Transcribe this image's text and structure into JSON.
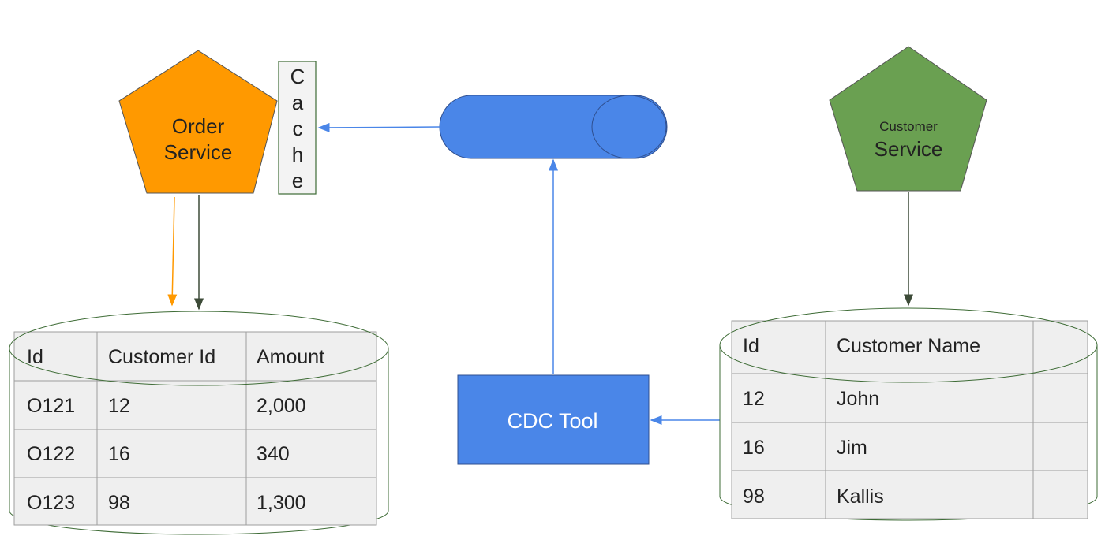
{
  "order_service": {
    "line1": "Order",
    "line2": "Service",
    "fill": "#FF9900"
  },
  "customer_service": {
    "line1": "Customer",
    "line2": "Service",
    "fill": "#6AA051"
  },
  "cache": {
    "letters": [
      "C",
      "a",
      "c",
      "h",
      "e"
    ]
  },
  "queue": {
    "fill": "#4A86E8"
  },
  "cdc_tool": {
    "label": "CDC Tool",
    "fill": "#4A86E8"
  },
  "orders_table": {
    "headers": [
      "Id",
      "Customer Id",
      "Amount"
    ],
    "rows": [
      [
        "O121",
        "12",
        "2,000"
      ],
      [
        "O122",
        "16",
        "340"
      ],
      [
        "O123",
        "98",
        "1,300"
      ]
    ]
  },
  "customers_table": {
    "headers": [
      "Id",
      "Customer Name",
      ""
    ],
    "rows": [
      [
        "12",
        "John",
        ""
      ],
      [
        "16",
        "Jim",
        ""
      ],
      [
        "98",
        "Kallis",
        ""
      ]
    ]
  },
  "colors": {
    "arrow_blue": "#4A86E8",
    "arrow_orange": "#FF9900",
    "arrow_dark": "#3D4B38",
    "table_fill": "#EFEFEF",
    "grid": "#9E9E9E"
  }
}
